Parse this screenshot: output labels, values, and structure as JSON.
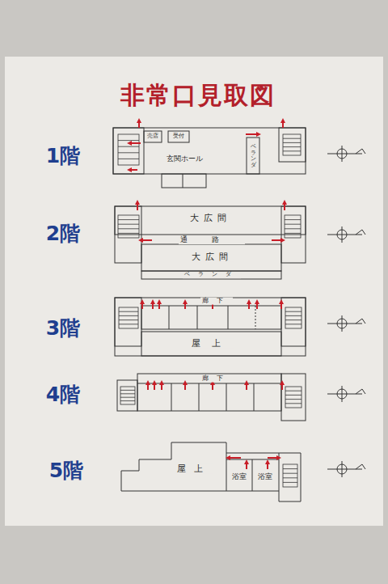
{
  "diagram": {
    "title": "非常口見取図",
    "nodes": [
      {
        "text": [
          "売店"
        ]
      },
      {
        "text": [
          "受付"
        ]
      },
      {
        "text": [
          "玄関ホール"
        ]
      },
      {
        "text": [
          "ベランダ"
        ]
      },
      {
        "text": [
          "大広間"
        ]
      },
      {
        "text": [
          "通路"
        ]
      },
      {
        "text": [
          "大広間"
        ]
      },
      {
        "text": [
          "ベランダ"
        ]
      },
      {
        "text": [
          "廊下"
        ]
      },
      {
        "text": [
          "屋上"
        ]
      },
      {
        "text": [
          "廊下"
        ]
      },
      {
        "text": [
          "屋上"
        ]
      },
      {
        "text": [
          "浴室"
        ]
      },
      {
        "text": [
          "浴室"
        ]
      }
    ],
    "labels": [
      "1階",
      "2階",
      "3階",
      "4階",
      "5階"
    ]
  }
}
